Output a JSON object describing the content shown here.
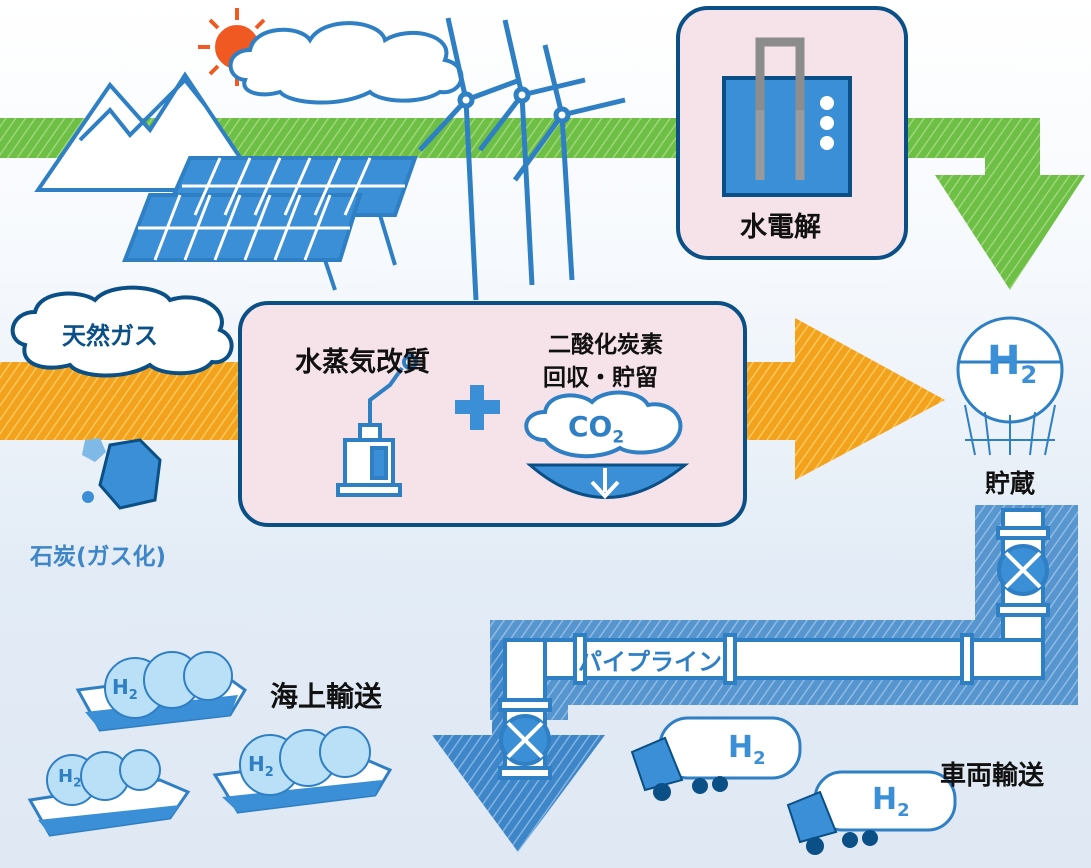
{
  "labels": {
    "electrolysis": "水電解",
    "natural_gas": "天然ガス",
    "steam_reforming": "水蒸気改質",
    "ccs_line1": "二酸化炭素",
    "ccs_line2": "回収・貯留",
    "co2": "CO",
    "co2_sub": "2",
    "coal": "石炭(ガス化)",
    "storage": "貯蔵",
    "pipeline": "パイプライン",
    "sea_transport": "海上輸送",
    "vehicle_transport": "車両輸送",
    "h2": "H",
    "h2_sub": "2"
  },
  "colors": {
    "green_arrow": "#6dbf45",
    "orange_arrow": "#f5a623",
    "blue_arrow": "#3f86c8",
    "outline": "#0a4f86",
    "box_fill": "#f6e3ea",
    "icon_blue": "#3a8fd6",
    "coal_text": "#3f86c8"
  }
}
